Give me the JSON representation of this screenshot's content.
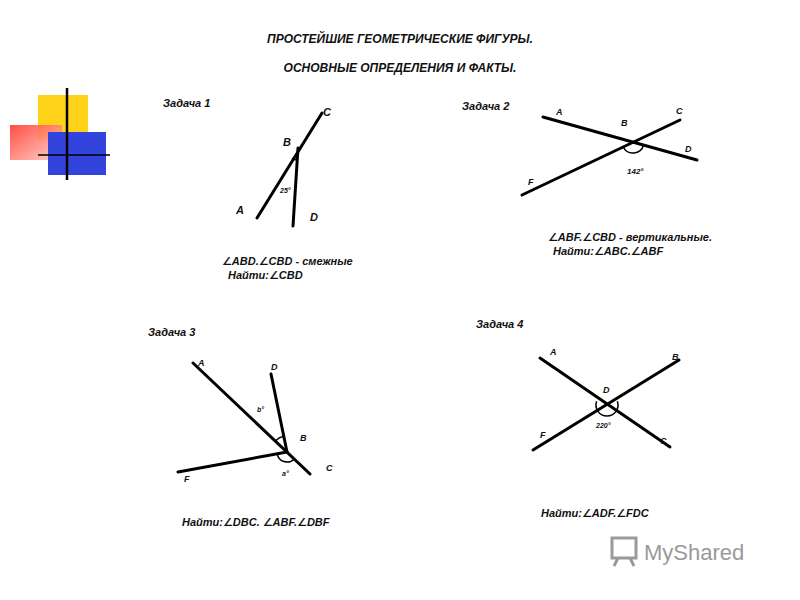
{
  "diagram": {
    "title": "ПРОСТЕЙШИЕ ГЕОМЕТРИЧЕСКИЕ ФИГУРЫ.",
    "labels": [
      "ОСНОВНЫЕ ОПРЕДЕЛЕНИЯ И ФАКТЫ.",
      "Задача 1",
      "C",
      "B",
      "A",
      "D",
      "25°",
      "∠ABD.∠CBD - смежные",
      "Найти:∠CBD",
      "Задача 2",
      "A",
      "B",
      "C",
      "D",
      "F",
      "142°",
      "∠ABF.∠CBD - вертикальные.",
      "Найти:∠ABC.∠ABF",
      "Задача 3",
      "A",
      "D",
      "b°",
      "B",
      "C",
      "F",
      "a°",
      "Найти:∠DBC. ∠ABF.∠DBF",
      "Задача 4",
      "A",
      "B",
      "D",
      "F",
      "C",
      "220°",
      "Найти:∠ADF.∠FDC",
      "MyShared"
    ]
  }
}
